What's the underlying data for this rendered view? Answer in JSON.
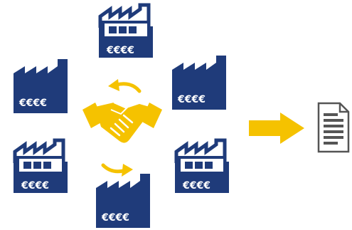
{
  "colors": {
    "factory_fill": "#1f3b7a",
    "factory_outline": "#1f3b7a",
    "window_fill": "#1f3b7a",
    "panel_white": "#ffffff",
    "accent_yellow": "#f5c200",
    "document_gray": "#555555"
  },
  "factories": [
    {
      "id": "top",
      "style": "outline",
      "label": "€€€€"
    },
    {
      "id": "mid-left",
      "style": "solid",
      "label": "€€€€"
    },
    {
      "id": "mid-right",
      "style": "solid",
      "label": "€€€€"
    },
    {
      "id": "low-left",
      "style": "outline",
      "label": "€€€€"
    },
    {
      "id": "low-right",
      "style": "outline",
      "label": "€€€€"
    },
    {
      "id": "bottom",
      "style": "solid",
      "label": "€€€€"
    }
  ],
  "icons": {
    "handshake": "handshake-icon",
    "arrow_back": "curved-arrow-left-icon",
    "arrow_forward": "curved-arrow-right-icon",
    "big_arrow": "arrow-right-icon",
    "document": "document-icon"
  }
}
